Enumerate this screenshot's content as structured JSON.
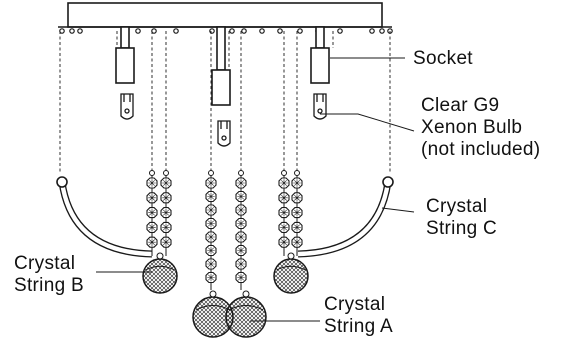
{
  "labels": {
    "socket": "Socket",
    "bulb": [
      "Clear G9",
      "Xenon Bulb",
      "(not included)"
    ],
    "string_c": [
      "Crystal",
      "String C"
    ],
    "string_b": [
      "Crystal",
      "String B"
    ],
    "string_a": [
      "Crystal",
      "String A"
    ]
  },
  "colors": {
    "line": "#1a1a1a",
    "background": "#ffffff"
  }
}
